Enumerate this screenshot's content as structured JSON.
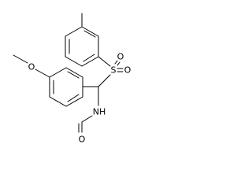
{
  "molecule": {
    "atoms": {
      "oxygen_methoxy": "O",
      "sulfur": "S",
      "oxygen_sulfonyl_top": "O",
      "oxygen_sulfonyl_right": "O",
      "nitrogen_hydrogen": "NH",
      "oxygen_formyl": "O"
    }
  }
}
